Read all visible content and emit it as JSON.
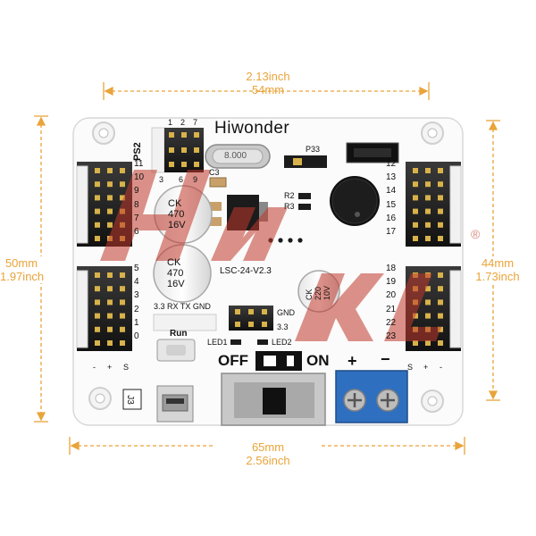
{
  "dimensions": {
    "top": {
      "inch": "2.13inch",
      "mm": "54mm"
    },
    "left": {
      "mm": "50mm",
      "inch": "1.97inch"
    },
    "right": {
      "mm": "44mm",
      "inch": "1.73inch"
    },
    "bottom": {
      "mm": "65mm",
      "inch": "2.56inch"
    }
  },
  "board": {
    "brand": "Hiwonder",
    "model": "LSC-24-V2.3",
    "ps2_label": "PS2",
    "ps2_pins_top": [
      "1",
      "2",
      "7"
    ],
    "ps2_pins_bottom": [
      "3",
      "6",
      "9"
    ],
    "crystal_label": "8.000",
    "cap_labels": [
      "C3"
    ],
    "p33": "P33",
    "r2": "R2",
    "r3": "R3",
    "cap1": [
      "CK",
      "470",
      "16V"
    ],
    "cap2": [
      "CK",
      "470",
      "16V"
    ],
    "cap3": [
      "CK",
      "220",
      "10V"
    ],
    "left_channels": [
      "11",
      "10",
      "9",
      "8",
      "7",
      "6",
      "5",
      "4",
      "3",
      "2",
      "1",
      "0"
    ],
    "right_channels": [
      "12",
      "13",
      "14",
      "15",
      "16",
      "17",
      "18",
      "19",
      "20",
      "21",
      "22",
      "23"
    ],
    "serial_label": "3.3 RX TX GND",
    "gnd": "GND",
    "v33": "3.3",
    "run": "Run",
    "led1": "LED1",
    "led2": "LED2",
    "off": "OFF",
    "on": "ON",
    "plus": "+",
    "minus": "−",
    "servo_pins_left": [
      "-",
      "+",
      "S"
    ],
    "servo_pins_right": [
      "S",
      "+",
      "-"
    ],
    "j3": "J3"
  },
  "watermark": {
    "registered": "®"
  },
  "colors": {
    "dimension": "#e9a43a",
    "watermark": "#c0392b",
    "terminal": "#2f6fbf"
  }
}
